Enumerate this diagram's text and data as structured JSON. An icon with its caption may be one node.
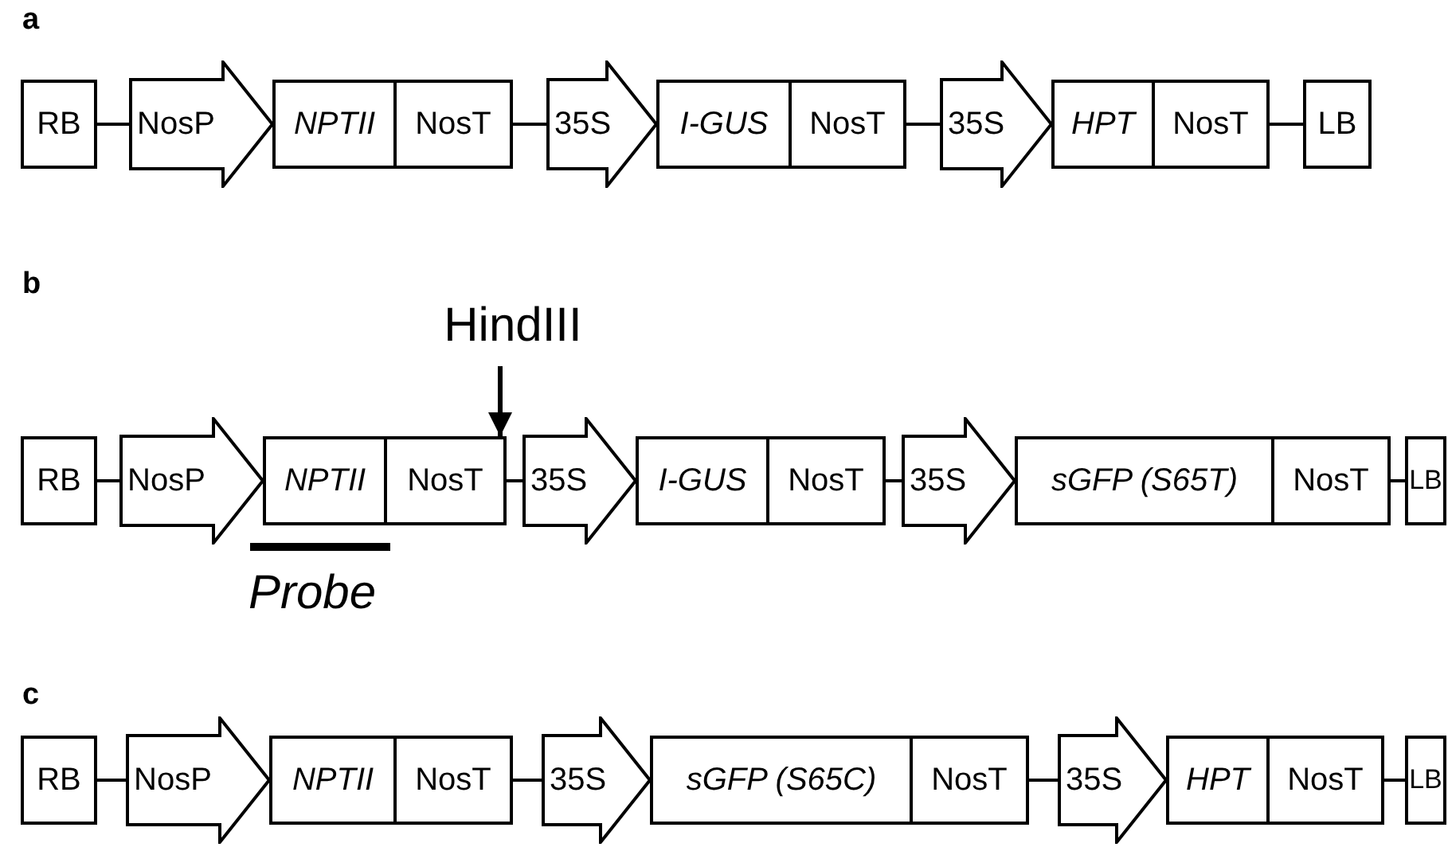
{
  "diagram": {
    "nodes": [
      {
        "text": [
          "RB"
        ]
      },
      {
        "text": [
          "NosP"
        ]
      },
      {
        "text": [
          "NPTII"
        ]
      },
      {
        "text": [
          "NosT"
        ]
      },
      {
        "text": [
          "35S"
        ]
      },
      {
        "text": [
          "I-GUS"
        ]
      },
      {
        "text": [
          "NosT"
        ]
      },
      {
        "text": [
          "35S"
        ]
      },
      {
        "text": [
          "HPT"
        ]
      },
      {
        "text": [
          "NosT"
        ]
      },
      {
        "text": [
          "LB"
        ]
      },
      {
        "text": [
          "HindIII"
        ]
      },
      {
        "text": [
          "RB"
        ]
      },
      {
        "text": [
          "NosP"
        ]
      },
      {
        "text": [
          "NPTII"
        ]
      },
      {
        "text": [
          "NosT"
        ]
      },
      {
        "text": [
          "35S"
        ]
      },
      {
        "text": [
          "I-GUS"
        ]
      },
      {
        "text": [
          "NosT"
        ]
      },
      {
        "text": [
          "35S"
        ]
      },
      {
        "text": [
          "sGFP (S65T)"
        ]
      },
      {
        "text": [
          "NosT"
        ]
      },
      {
        "text": [
          "LB"
        ]
      },
      {
        "text": [
          "RB"
        ]
      },
      {
        "text": [
          "NosP"
        ]
      },
      {
        "text": [
          "NPTII"
        ]
      },
      {
        "text": [
          "NosT"
        ]
      },
      {
        "text": [
          "35S"
        ]
      },
      {
        "text": [
          "sGFP (S65C)"
        ]
      },
      {
        "text": [
          "NosT"
        ]
      },
      {
        "text": [
          "35S"
        ]
      },
      {
        "text": [
          "HPT"
        ]
      },
      {
        "text": [
          "NosT"
        ]
      },
      {
        "text": [
          "LB"
        ]
      }
    ],
    "edges": [
      {
        "from": 0,
        "to": 1,
        "arrow": "none"
      },
      {
        "from": 3,
        "to": 4,
        "arrow": "none"
      },
      {
        "from": 6,
        "to": 7,
        "arrow": "none"
      },
      {
        "from": 9,
        "to": 10,
        "arrow": "none"
      },
      {
        "from": 11,
        "to": 15,
        "arrow": "to"
      },
      {
        "from": 12,
        "to": 13,
        "arrow": "none"
      },
      {
        "from": 15,
        "to": 16,
        "arrow": "none"
      },
      {
        "from": 18,
        "to": 19,
        "arrow": "none"
      },
      {
        "from": 21,
        "to": 22,
        "arrow": "none"
      },
      {
        "from": 23,
        "to": 24,
        "arrow": "none"
      },
      {
        "from": 26,
        "to": 27,
        "arrow": "none"
      },
      {
        "from": 29,
        "to": 30,
        "arrow": "none"
      },
      {
        "from": 32,
        "to": 33,
        "arrow": "none"
      }
    ],
    "labels": [
      "a",
      "b",
      "Probe",
      "c"
    ]
  }
}
